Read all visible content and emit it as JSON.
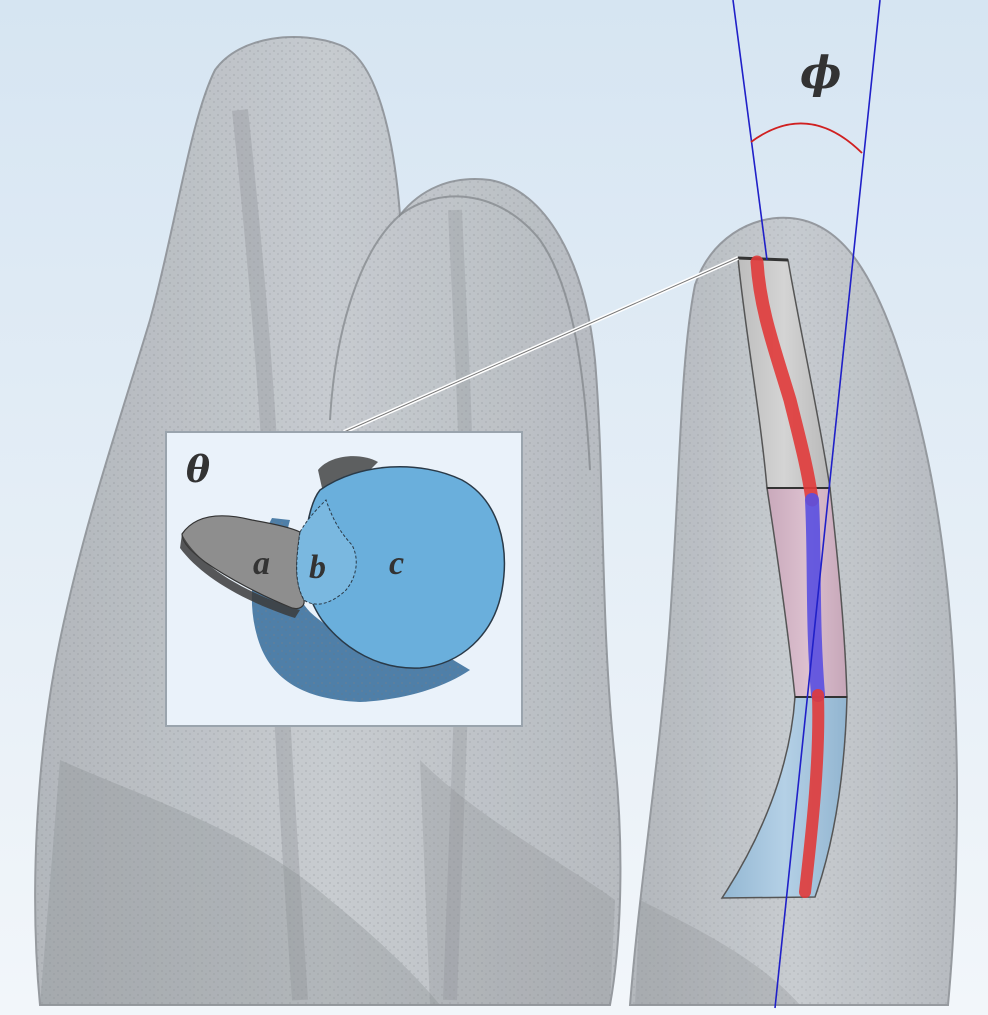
{
  "labels": {
    "phi": "ϕ",
    "theta": "θ",
    "a": "a",
    "b": "b",
    "c": "c"
  },
  "colors": {
    "background_top": "#d9e7f3",
    "background_bottom": "#f3f7fb",
    "tooth": "#b9bdc2",
    "axis_line": "#2020c8",
    "angle_arc": "#d02020",
    "section_fill": "#6aafdc",
    "dentin_gray": "#8e8e8e",
    "canal_red": "#e03a3a",
    "canal_blue": "#5a4fe0",
    "band_gray": "#c8c8c8",
    "band_pink": "#d9b9c9",
    "band_blue": "#a9c9e0"
  }
}
